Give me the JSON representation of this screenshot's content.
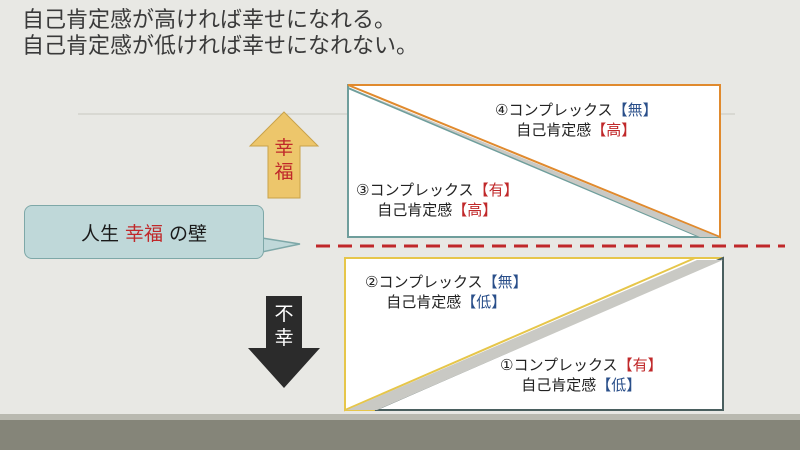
{
  "title": {
    "line1": "自己肯定感が高ければ幸せになれる。",
    "line2": "自己肯定感が低ければ幸せになれない。"
  },
  "wall": {
    "prefix": "人生",
    "emphasis": "幸福",
    "suffix": "の壁"
  },
  "arrows": {
    "up": {
      "char1": "幸",
      "char2": "福"
    },
    "down": {
      "char1": "不",
      "char2": "幸"
    }
  },
  "boxes": {
    "b4": {
      "complex": "④コンプレックス",
      "tag": "【無】",
      "esteem": "自己肯定感",
      "level": "【高】"
    },
    "b3": {
      "complex": "③コンプレックス",
      "tag": "【有】",
      "esteem": "自己肯定感",
      "level": "【高】"
    },
    "b2": {
      "complex": "②コンプレックス",
      "tag": "【無】",
      "esteem": "自己肯定感",
      "level": "【低】"
    },
    "b1": {
      "complex": "①コンプレックス",
      "tag": "【有】",
      "esteem": "自己肯定感",
      "level": "【低】"
    }
  },
  "colors": {
    "orange": "#e08a2e",
    "teal": "#6f9e9c",
    "yellow": "#e6c64a",
    "dark_slate": "#4a5f5f",
    "wall_red": "#c0282a",
    "up_arrow": "#edc66b",
    "down_arrow": "#2b2b2b"
  }
}
